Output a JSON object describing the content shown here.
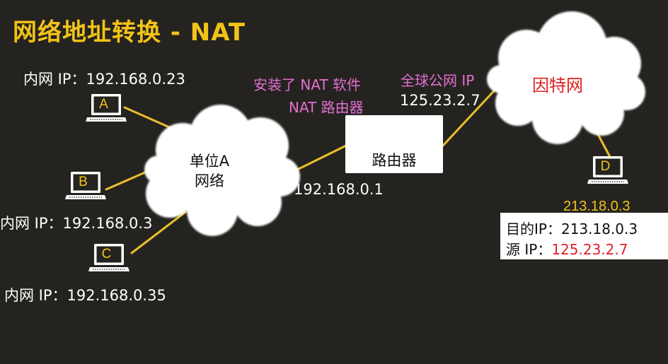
{
  "title": "网络地址转换 - NAT",
  "hosts": {
    "A": {
      "letter": "A",
      "ip_label": "内网 IP：192.168.0.23"
    },
    "B": {
      "letter": "B",
      "ip_label": "内网 IP：192.168.0.3"
    },
    "C": {
      "letter": "C",
      "ip_label": "内网 IP：192.168.0.35"
    },
    "D": {
      "letter": "D",
      "ip_label": "213.18.0.3"
    }
  },
  "unit_network": {
    "line1": "单位A",
    "line2": "网络"
  },
  "router": {
    "label": "路由器",
    "note_line1": "安装了 NAT 软件",
    "note_line2": "NAT 路由器",
    "inner_ip": "192.168.0.1",
    "public_ip_title": "全球公网 IP",
    "public_ip": "125.23.2.7"
  },
  "internet": {
    "label": "因特网"
  },
  "packet_info": {
    "dest_label": "目的IP：",
    "dest_value": "213.18.0.3",
    "src_label": "源 IP：",
    "src_value": "125.23.2.7"
  },
  "colors": {
    "background": "#252320",
    "title": "#f2c318",
    "link": "#e8c02a",
    "annotation": "#e36ed2",
    "highlight_red": "#e3202a"
  }
}
